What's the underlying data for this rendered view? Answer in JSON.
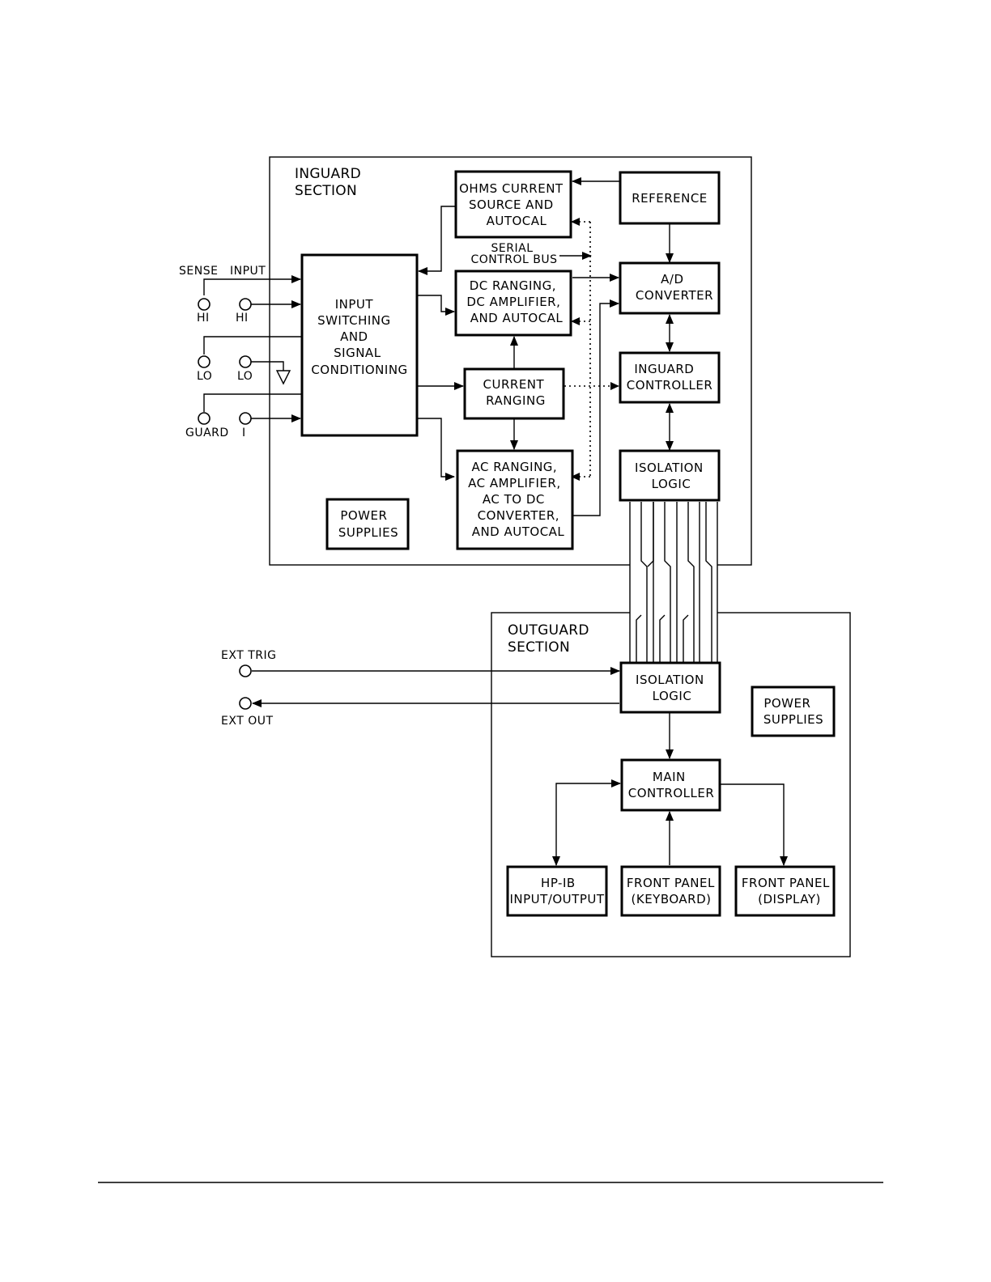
{
  "sections": {
    "inguard": [
      "INGUARD",
      "SECTION"
    ],
    "outguard": [
      "OUTGUARD",
      "SECTION"
    ]
  },
  "blocks": {
    "ohms": [
      "OHMS CURRENT",
      "SOURCE AND",
      "AUTOCAL"
    ],
    "reference": [
      "REFERENCE"
    ],
    "input_switching": [
      "INPUT",
      "SWITCHING",
      "AND",
      "SIGNAL",
      "CONDITIONING"
    ],
    "dc_ranging": [
      "DC RANGING,",
      "DC AMPLIFIER,",
      "AND AUTOCAL"
    ],
    "ad_converter": [
      "A/D",
      "CONVERTER"
    ],
    "current_ranging": [
      "CURRENT",
      "RANGING"
    ],
    "inguard_controller": [
      "INGUARD",
      "CONTROLLER"
    ],
    "ac_ranging": [
      "AC RANGING,",
      "AC AMPLIFIER,",
      "AC TO DC",
      "CONVERTER,",
      "AND AUTOCAL"
    ],
    "isolation_logic_in": [
      "ISOLATION",
      "LOGIC"
    ],
    "power_supplies_in": [
      "POWER",
      "SUPPLIES"
    ],
    "isolation_logic_out": [
      "ISOLATION",
      "LOGIC"
    ],
    "power_supplies_out": [
      "POWER",
      "SUPPLIES"
    ],
    "main_controller": [
      "MAIN",
      "CONTROLLER"
    ],
    "hpib": [
      "HP-IB",
      "INPUT/OUTPUT"
    ],
    "front_panel_keyboard": [
      "FRONT PANEL",
      "(KEYBOARD)"
    ],
    "front_panel_display": [
      "FRONT PANEL",
      "(DISPLAY)"
    ]
  },
  "labels": {
    "serial_bus": [
      "SERIAL",
      "CONTROL BUS"
    ],
    "sense": "SENSE",
    "input": "INPUT",
    "hi_sense": "HI",
    "hi_input": "HI",
    "lo_sense": "LO",
    "lo_input": "LO",
    "guard": "GUARD",
    "current_term": "I",
    "ext_trig": "EXT TRIG",
    "ext_out": "EXT OUT"
  }
}
